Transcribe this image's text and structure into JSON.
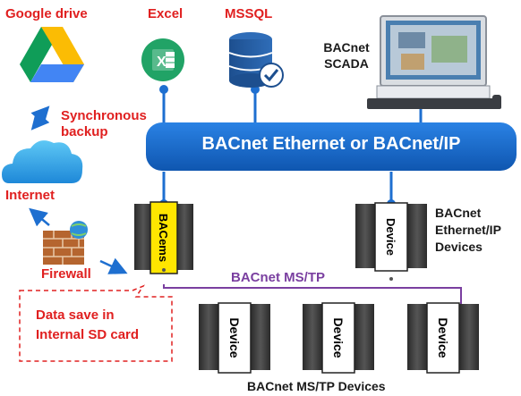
{
  "labels": {
    "google_drive": "Google drive",
    "excel": "Excel",
    "mssql": "MSSQL",
    "scada_line1": "BACnet",
    "scada_line2": "SCADA",
    "sync_line1": "Synchronous",
    "sync_line2": "backup",
    "internet": "Internet",
    "firewall": "Firewall",
    "bus": "BACnet Ethernet or BACnet/IP",
    "bacems": "BACems",
    "ip_device": "Device",
    "ip_devices_line1": "BACnet",
    "ip_devices_line2": "Ethernet/IP",
    "ip_devices_line3": "Devices",
    "mstp": "BACnet MS/TP",
    "sd_line1": "Data save in",
    "sd_line2": "Internal SD card",
    "mstp_device_1": "Device",
    "mstp_device_2": "Device",
    "mstp_device_3": "Device",
    "mstp_devices": "BACnet MS/TP Devices"
  },
  "colors": {
    "label_red": "#e02020",
    "bus_blue": "#1565c0",
    "connector_blue": "#1e6fd0",
    "mstp_purple": "#7a3fa0",
    "bacems_yellow": "#ffe600"
  }
}
